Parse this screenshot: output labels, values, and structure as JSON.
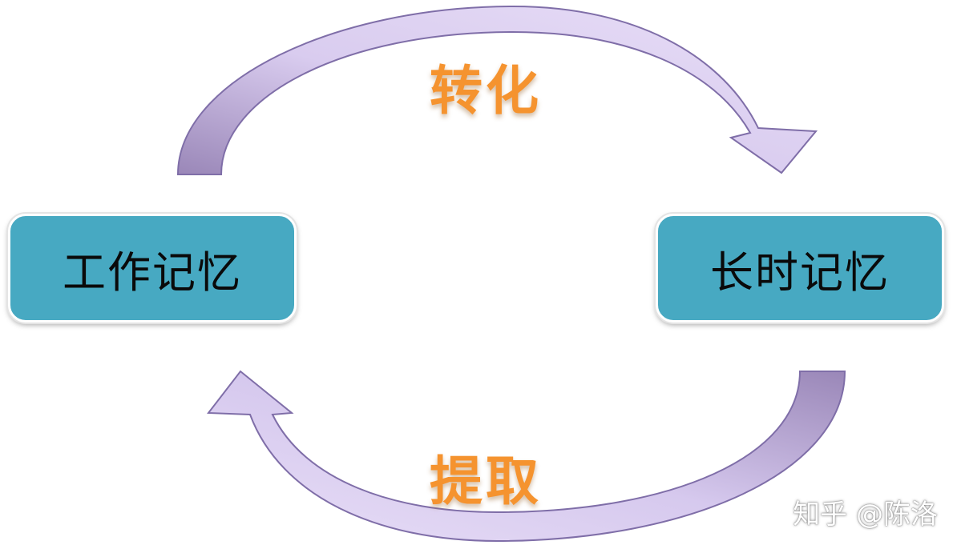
{
  "nodes": {
    "left": "工作记忆",
    "right": "长时记忆"
  },
  "edges": {
    "top": "转化",
    "bottom": "提取"
  },
  "watermark": "知乎 @陈洛",
  "colors": {
    "node_fill": "#47a9c2",
    "arrow_light": "#e6dcf5",
    "arrow_dark": "#9a87b8",
    "arrow_stroke": "#7f6ea8",
    "label_text": "#f5932f"
  }
}
